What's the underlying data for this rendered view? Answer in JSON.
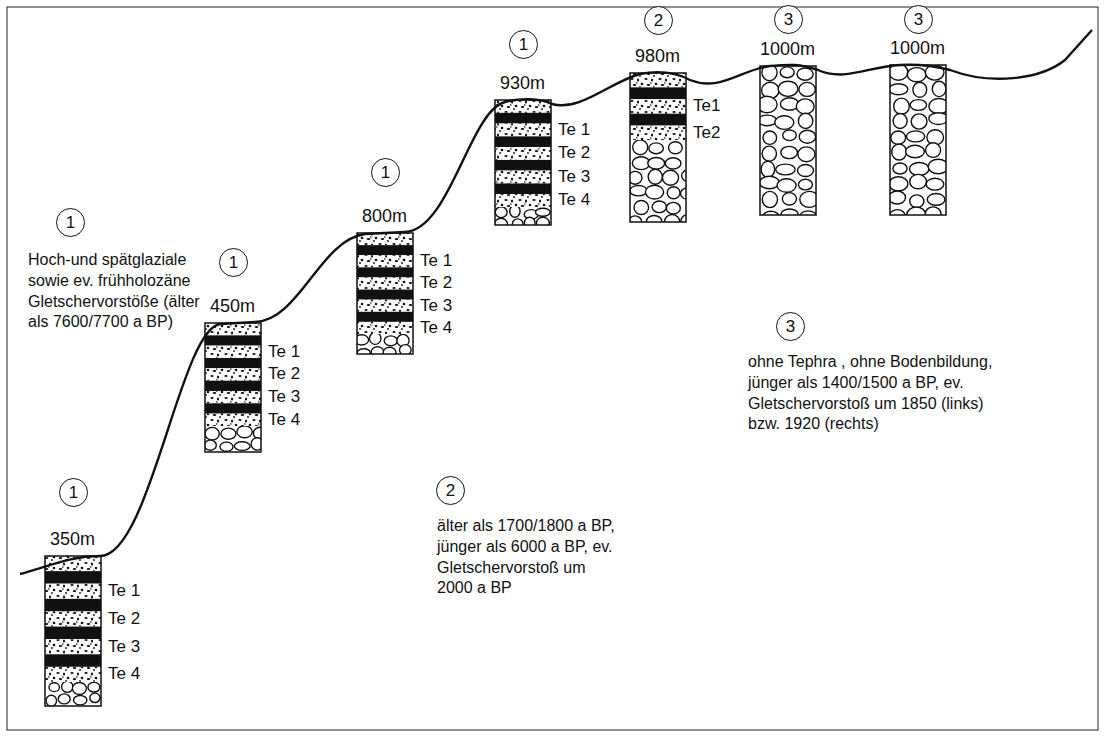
{
  "diagram": {
    "nodes": [
      {
        "text": [
          "1"
        ]
      },
      {
        "text": [
          "1"
        ]
      },
      {
        "text": [
          "1"
        ]
      },
      {
        "text": [
          "1"
        ]
      },
      {
        "text": [
          "1"
        ]
      },
      {
        "text": [
          "2"
        ]
      },
      {
        "text": [
          "3"
        ]
      },
      {
        "text": [
          "3"
        ]
      },
      {
        "text": [
          "2"
        ]
      },
      {
        "text": [
          "3"
        ]
      }
    ],
    "labels": [
      "Hoch-und spätglaziale sowie ev. frühholozäne Gletschervorstöße (älter als 7600/7700 a BP)",
      "350m",
      "Te 1",
      "Te 2",
      "Te 3",
      "Te 4",
      "450m",
      "Te 1",
      "Te 2",
      "Te 3",
      "Te 4",
      "800m",
      "Te 1",
      "Te 2",
      "Te 3",
      "Te 4",
      "930m",
      "Te 1",
      "Te 2",
      "Te 3",
      "Te 4",
      "980m",
      "Te1",
      "Te2",
      "1000m",
      "1000m",
      "älter als 1700/1800 a BP, jünger als 6000 a BP, ev. Gletschervorstoß um 2000 a BP",
      "ohne Tephra , ohne Bodenbildung, jünger als 1400/1500 a BP, ev. Gletschervorstoß um 1850 (links) bzw. 1920 (rechts)"
    ]
  }
}
